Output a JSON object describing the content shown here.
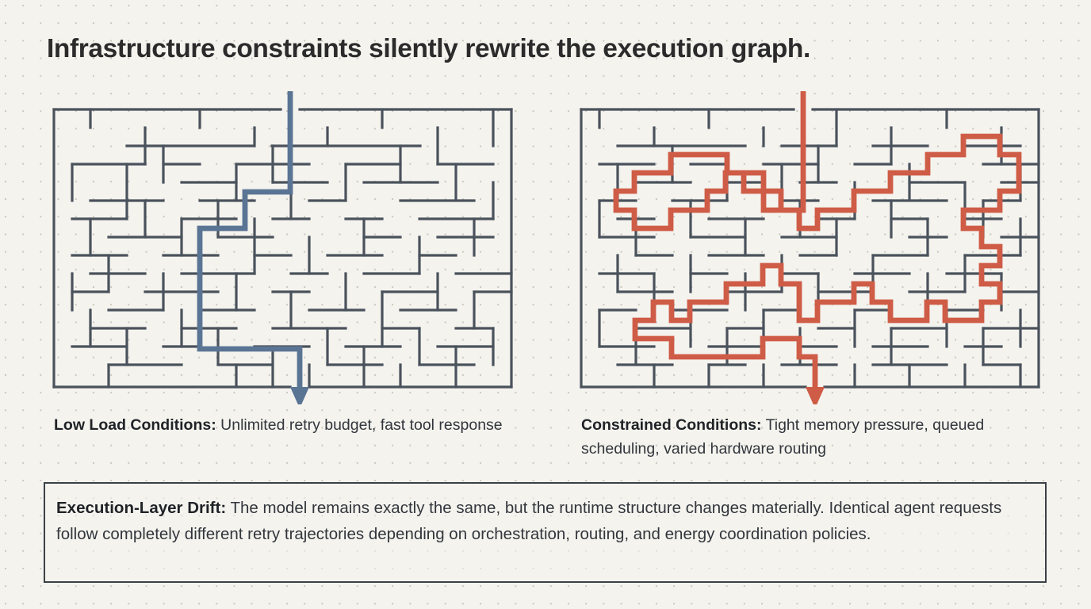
{
  "title": "Infrastructure constraints silently rewrite the execution graph.",
  "theme": {
    "background": "#f4f3ee",
    "dot_color": "#c9c7bd",
    "text_color": "#32363c",
    "heading_color": "#2b2b2b",
    "maze_wall_color": "#4a525c",
    "left_path_color": "#5a7494",
    "right_path_color": "#cf5c46",
    "box_border_color": "#3a4046"
  },
  "panels": [
    {
      "id": "low-load",
      "caption_lead": "Low Load Conditions:",
      "caption_body": " Unlimited retry budget, fast tool response",
      "path_color": "#5a7494",
      "path_style": "direct"
    },
    {
      "id": "constrained",
      "caption_lead": "Constrained Conditions:",
      "caption_body": " Tight memory pressure, queued scheduling, varied hardware routing",
      "path_color": "#cf5c46",
      "path_style": "convoluted"
    }
  ],
  "summary": {
    "lead": "Execution-Layer Drift:",
    "body": " The model remains exactly the same, but the runtime structure changes materially. Identical agent requests follow completely different retry trajectories depending on orchestration, routing, and energy coordination policies."
  }
}
